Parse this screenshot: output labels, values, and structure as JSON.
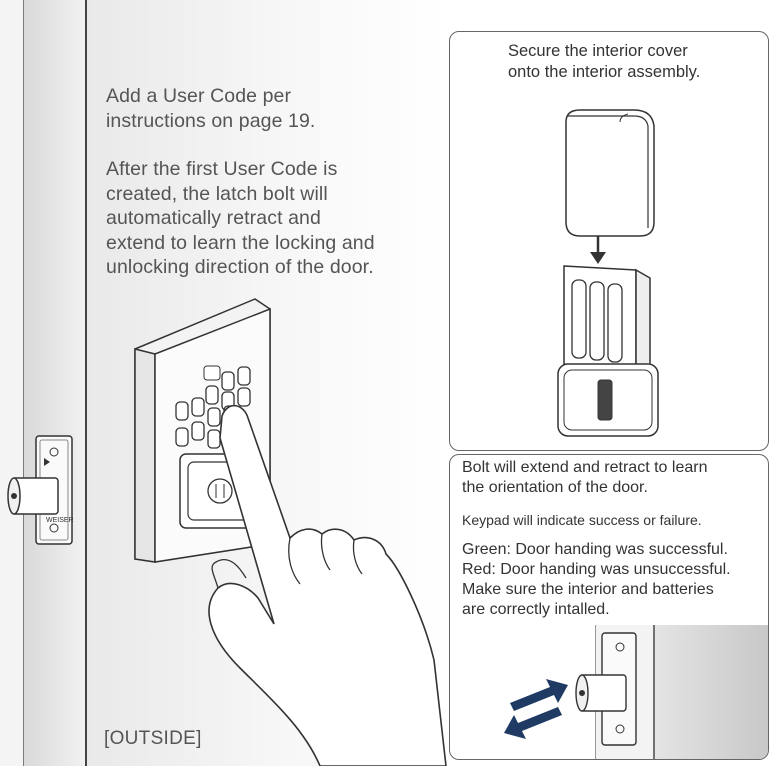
{
  "left_instructions": {
    "paragraph1": [
      "Add a User Code per",
      "instructions on page 19."
    ],
    "paragraph2": [
      "After the first User Code is",
      "created, the latch bolt will",
      "automatically retract and",
      "extend to learn the locking and",
      "unlocking direction of the door."
    ]
  },
  "outside_label": "[OUTSIDE]",
  "top_right_panel": {
    "caption": [
      "Secure the interior cover",
      "onto the interior assembly."
    ]
  },
  "bottom_right_panel": {
    "bolt_text": [
      "Bolt will extend and retract to learn",
      "the orientation of the door."
    ],
    "keypad_text": "Keypad will indicate success or failure.",
    "status_text": [
      "Green: Door handing was successful.",
      "Red: Door handing was unsuccessful.",
      "Make sure the interior and batteries",
      "are correctly intalled."
    ]
  },
  "colors": {
    "arrow": "#1f3b63",
    "line": "#444444",
    "text": "#555555"
  },
  "icons": [
    "door-latch-icon",
    "keypad-lock-icon",
    "hand-pointer-icon",
    "interior-cover-icon",
    "interior-assembly-icon",
    "direction-arrows-icon"
  ]
}
